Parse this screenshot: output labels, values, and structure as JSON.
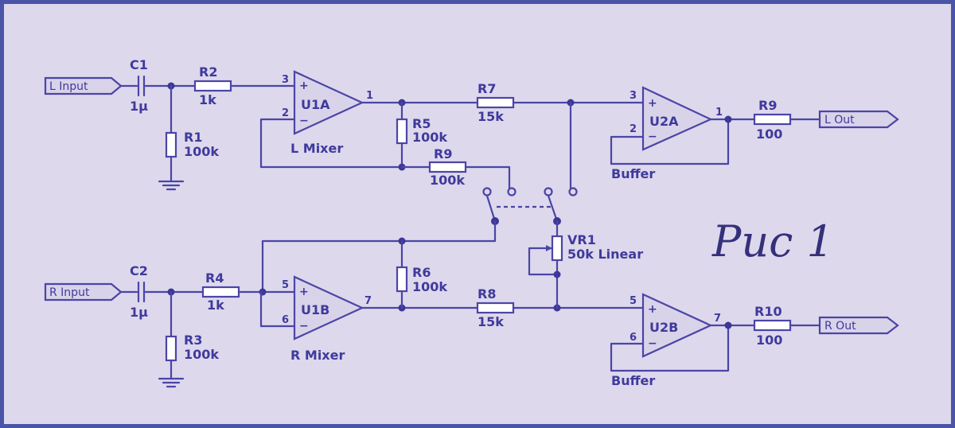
{
  "title": "Рис 1",
  "ports": {
    "l_input": "L Input",
    "r_input": "R Input",
    "l_out": "L Out",
    "r_out": "R Out"
  },
  "components": {
    "c1": {
      "ref": "C1",
      "value": "1µ"
    },
    "c2": {
      "ref": "C2",
      "value": "1µ"
    },
    "r1": {
      "ref": "R1",
      "value": "100k"
    },
    "r2": {
      "ref": "R2",
      "value": "1k"
    },
    "r3": {
      "ref": "R3",
      "value": "100k"
    },
    "r4": {
      "ref": "R4",
      "value": "1k"
    },
    "r5": {
      "ref": "R5",
      "value": "100k"
    },
    "r6": {
      "ref": "R6",
      "value": "100k"
    },
    "r7": {
      "ref": "R7",
      "value": "15k"
    },
    "r8": {
      "ref": "R8",
      "value": "15k"
    },
    "r9a": {
      "ref": "R9",
      "value": "100k"
    },
    "r9b": {
      "ref": "R9",
      "value": "100"
    },
    "r10": {
      "ref": "R10",
      "value": "100"
    },
    "vr1": {
      "ref": "VR1",
      "value": "50k Linear"
    }
  },
  "opamps": {
    "u1a": {
      "ref": "U1A",
      "caption": "L Mixer",
      "pin_plus": "3",
      "pin_minus": "2",
      "pin_out": "1"
    },
    "u1b": {
      "ref": "U1B",
      "caption": "R Mixer",
      "pin_plus": "5",
      "pin_minus": "6",
      "pin_out": "7"
    },
    "u2a": {
      "ref": "U2A",
      "caption": "Buffer",
      "pin_plus": "3",
      "pin_minus": "2",
      "pin_out": "1"
    },
    "u2b": {
      "ref": "U2B",
      "caption": "Buffer",
      "pin_plus": "5",
      "pin_minus": "6",
      "pin_out": "7"
    }
  },
  "signs": {
    "plus": "+",
    "minus": "−"
  }
}
